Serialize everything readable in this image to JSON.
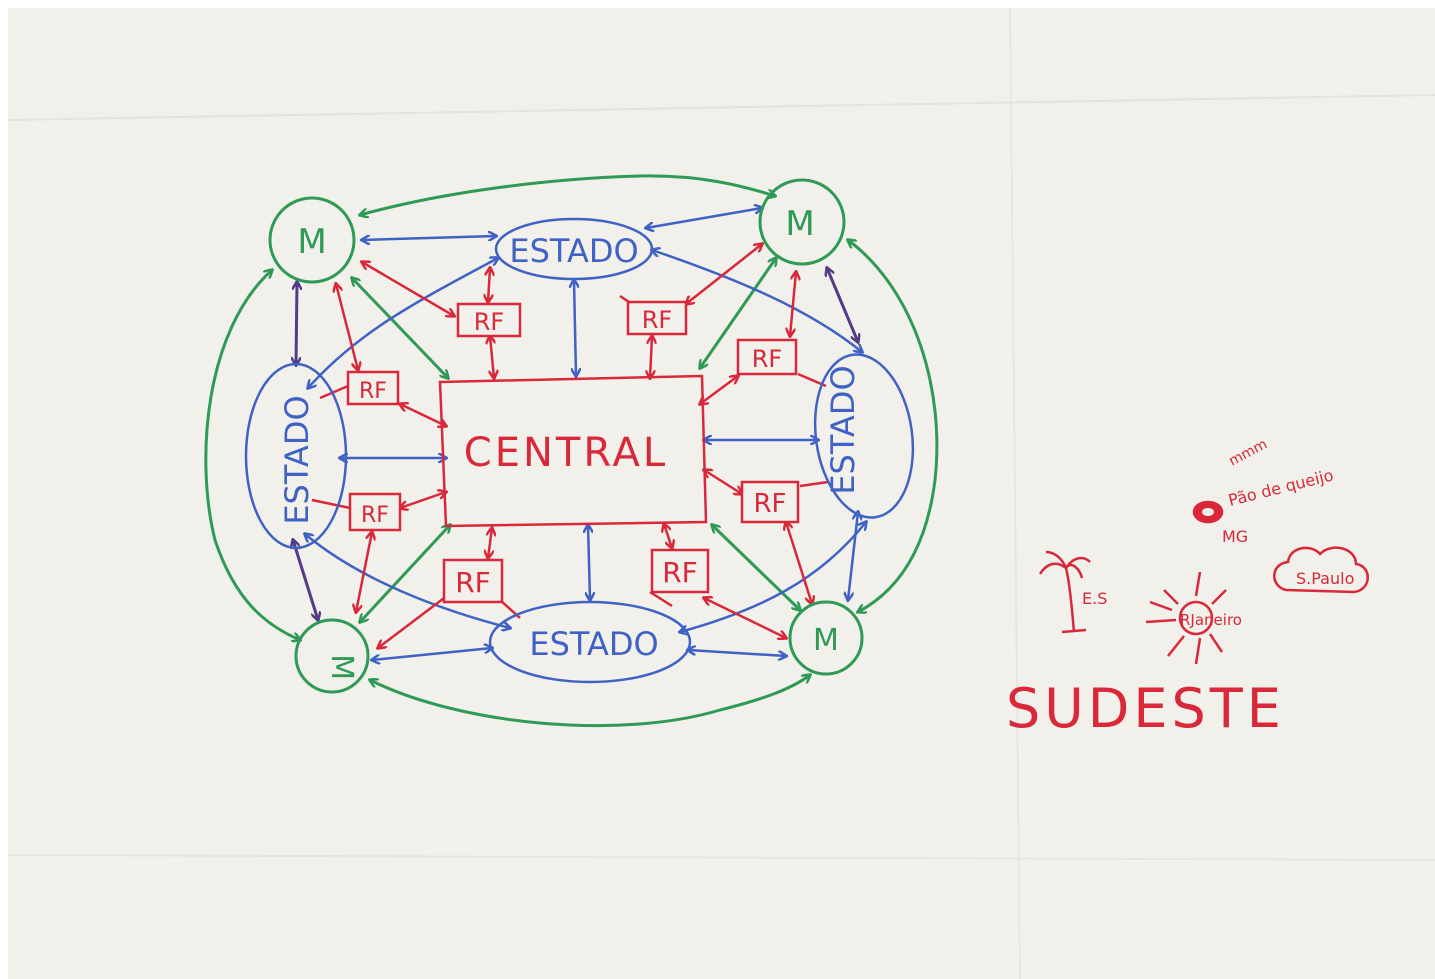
{
  "colors": {
    "paper": "#f1f0ea",
    "green": "#2e9a55",
    "blue": "#3f62c4",
    "red": "#d8283a",
    "purple": "#553a86"
  },
  "diagram": {
    "center_label": "CENTRAL",
    "m_label": "M",
    "estado_label": "ESTADO",
    "rf_label": "RF"
  },
  "legend": {
    "es_label": "E.S",
    "rj_label": "RJaneiro",
    "sp_label": "S.Paulo",
    "mg_note_1": "mmm",
    "mg_note_2": "Pão de queijo",
    "mg_label": "MG",
    "region_title": "SUDESTE"
  }
}
